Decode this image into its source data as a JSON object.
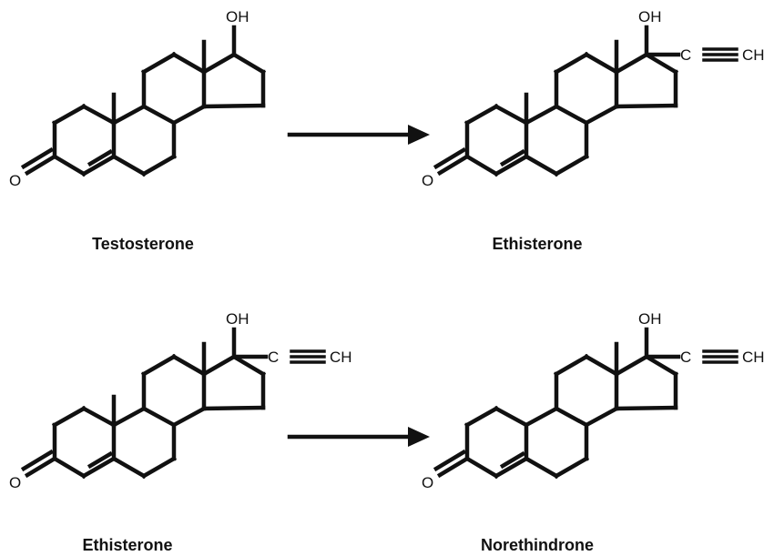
{
  "reactions": [
    {
      "reactant": {
        "name": "Testosterone",
        "c19_methyl": true,
        "ethynyl": false
      },
      "product": {
        "name": "Ethisterone",
        "c19_methyl": true,
        "ethynyl": true
      }
    },
    {
      "reactant": {
        "name": "Ethisterone",
        "c19_methyl": true,
        "ethynyl": true
      },
      "product": {
        "name": "Norethindrone",
        "c19_methyl": false,
        "ethynyl": true
      }
    }
  ],
  "atoms": {
    "oxygen": "O",
    "hydroxyl": "OH",
    "carbon": "C",
    "ch": "CH"
  },
  "colors": {
    "ink": "#111111",
    "background": "#ffffff"
  }
}
